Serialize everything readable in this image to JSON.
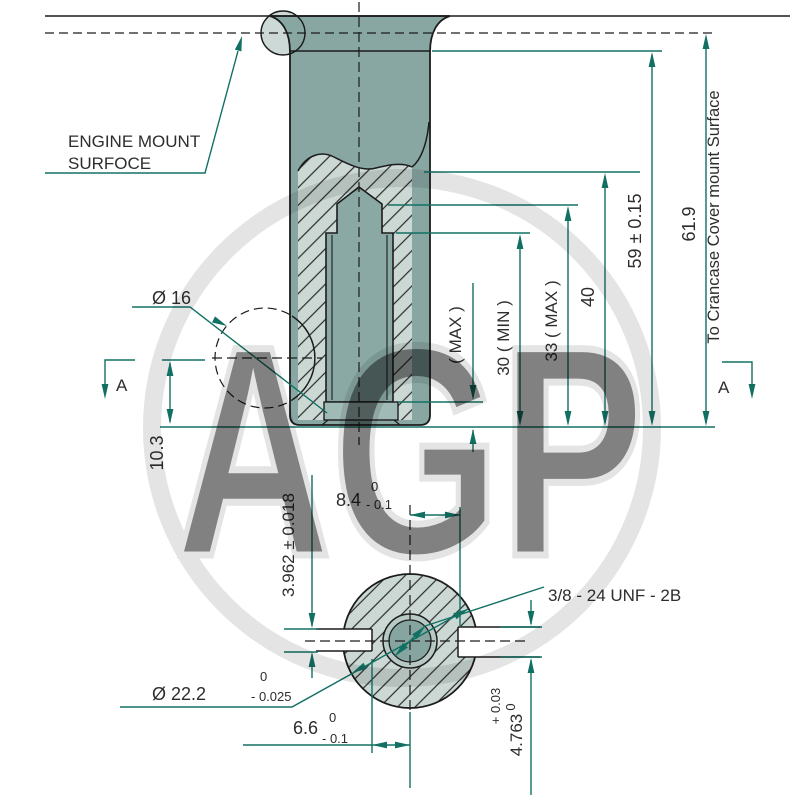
{
  "drawing": {
    "title": "Engine mount stud section drawing",
    "labels": {
      "engine_mount_line1": "ENGINE MOUNT",
      "engine_mount_line2": "SURFOCE",
      "section_a": "A",
      "to_crankcase": "To Crancase Cover mount Surface"
    },
    "dims": {
      "dia16": "Ø 16",
      "d10_3": "10.3",
      "max_only": "( MAX )",
      "d30_min": "30 ( MIN )",
      "d33_max": "33 ( MAX )",
      "d40": "40",
      "d59": "59 ± 0.15",
      "d61_9": "61.9",
      "d8_4_value": "8.4",
      "d8_4_tol_upper": "0",
      "d8_4_tol_lower": "- 0.1",
      "d3_962": "3.962 ± 0.018",
      "thread": "3/8 - 24 UNF - 2B",
      "dia22_2_value": "Ø 22.2",
      "dia22_2_tol_upper": "0",
      "dia22_2_tol_lower": "- 0.025",
      "d6_6_value": "6.6",
      "d6_6_tol_upper": "0",
      "d6_6_tol_lower": "- 0.1",
      "d4_763_value": "4.763",
      "d4_763_tol_upper": "+ 0.03",
      "d4_763_tol_lower": "0"
    },
    "watermark": "AGP",
    "colors": {
      "body_teal": "#88a7a3",
      "hatch_base": "#cbd8d4",
      "bore_teal": "#8aa9a5",
      "counterbore": "#a0bab6",
      "annulus": "#b7c9c5",
      "inner_hole": "#86a5a1",
      "dimension_green": "#127063",
      "line_black": "#1c1c1c",
      "watermark_gray": "#d2d2d2"
    }
  }
}
